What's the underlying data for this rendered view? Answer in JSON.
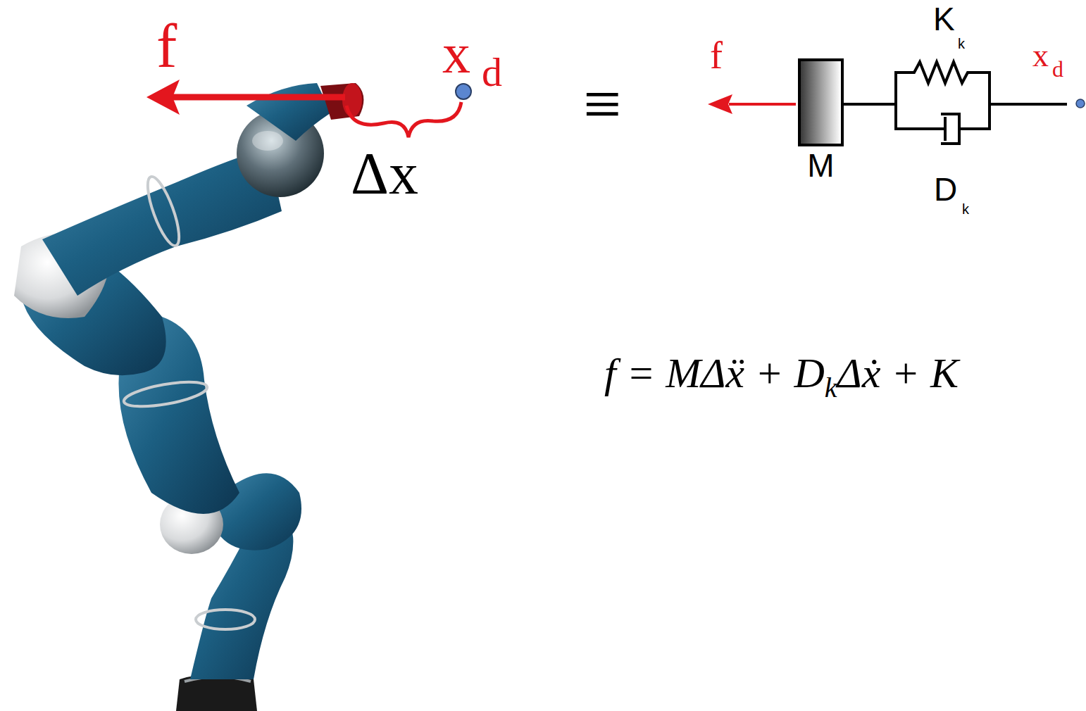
{
  "diagram": {
    "nodes": [
      {
        "text": [
          "M"
        ]
      }
    ],
    "labels": [
      "f",
      "x",
      "d",
      "Δx",
      "≡",
      "f",
      "K",
      "k",
      "D",
      "k",
      "x",
      "d",
      "f = MΔẍ + D",
      "k",
      "Δẋ + K"
    ]
  }
}
